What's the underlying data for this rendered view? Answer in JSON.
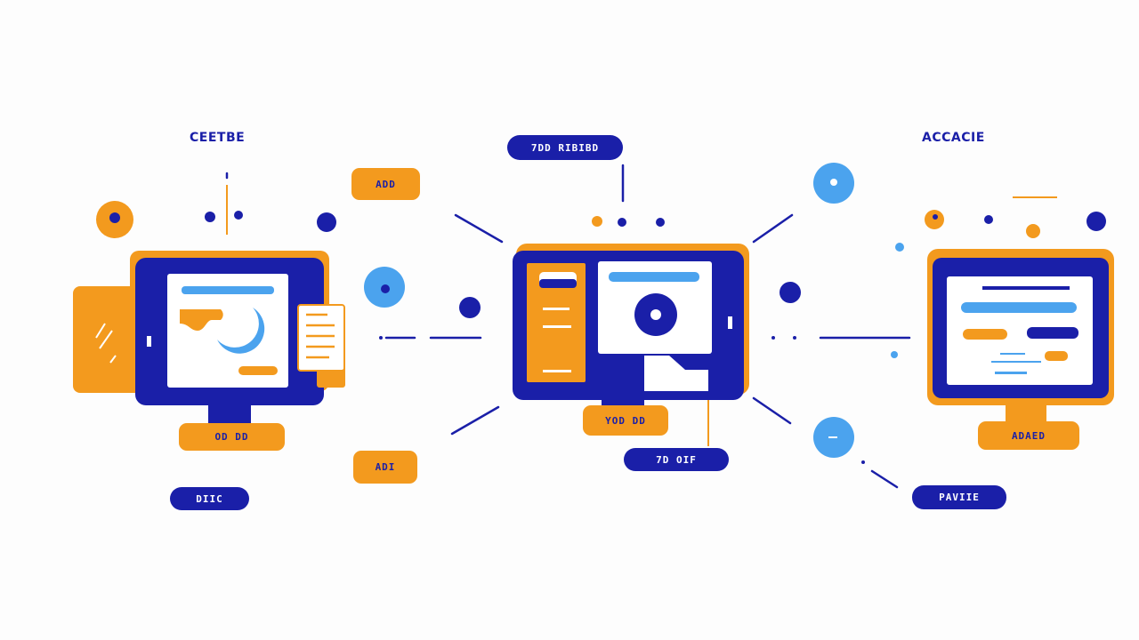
{
  "colors": {
    "navy": "#1a1fa8",
    "orange": "#f39a1e",
    "sky": "#4ba3ee",
    "white": "#ffffff",
    "background": "#fdfdfd"
  },
  "headings": {
    "left": "CEETBE",
    "right": "ACCACIE"
  },
  "pills": {
    "left_top": "ADD",
    "left_monitor_base": "OD DD",
    "left_bottom": "DIIC",
    "middle_top": "7DD RIBIBD",
    "middle_monitor_base": "YOD DD",
    "middle_bottom": "7D OIF",
    "connector_bottom": "ADI",
    "right_monitor_base": "ADAED",
    "right_bottom": "PAVIIE"
  },
  "icons": {
    "left_screen": "moon-icon",
    "middle_screen": "record-icon",
    "right_screen": "text-lines-icon",
    "side_document": "document-icon"
  }
}
